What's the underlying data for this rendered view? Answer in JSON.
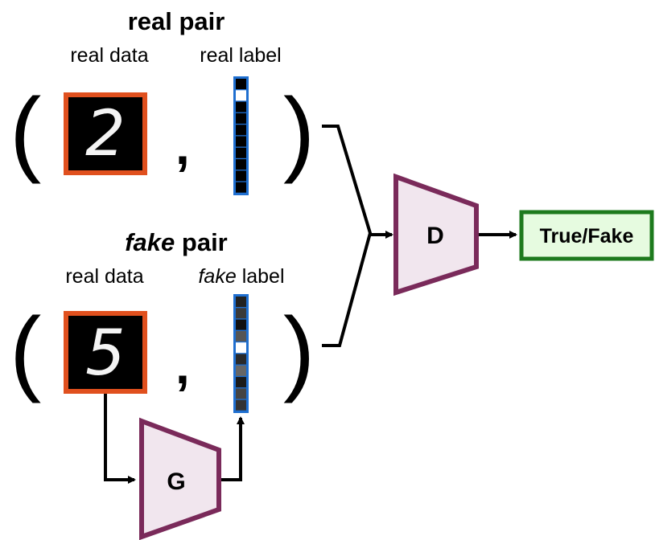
{
  "real_pair": {
    "title": "real pair",
    "data_label": "real data",
    "label_caption": "real label",
    "digit": "2"
  },
  "fake_pair": {
    "title_italic": "fake",
    "title_rest": " pair",
    "data_label": "real data",
    "label_caption_italic": "fake",
    "label_caption_rest": " label",
    "digit": "5"
  },
  "tuple": {
    "open": "(",
    "comma": ",",
    "close": ")"
  },
  "generator": {
    "label": "G"
  },
  "discriminator": {
    "label": "D"
  },
  "output": {
    "label": "True/Fake"
  },
  "colors": {
    "image_border": "#e0501e",
    "label_border": "#1f6fd0",
    "network_stroke": "#7a2a5a",
    "network_fill": "#f1e6ee",
    "output_stroke": "#1d7a1d",
    "output_fill": "#e6fbe0"
  }
}
